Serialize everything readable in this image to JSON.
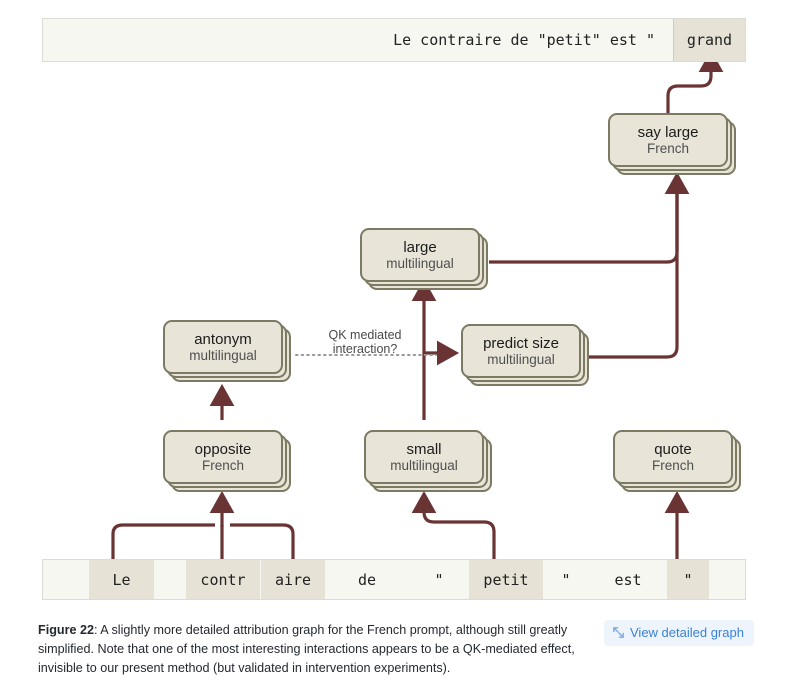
{
  "figure": {
    "number": "Figure 22",
    "caption_prefix": "Figure 22",
    "caption_text": ": A slightly more detailed attribution graph for the French prompt, although still greatly simplified. Note that one of the most interesting interactions appears to be a QK-mediated effect, invisible to our present method (but validated in intervention experiments).",
    "view_button_label": "View detailed graph",
    "view_button_icon": "expand-diagonal-arrows-icon"
  },
  "colors": {
    "node_fill": "#e8e4d8",
    "node_border": "#7d7a63",
    "edge": "#6b3434",
    "token_strip_bg": "#f7f7f2",
    "token_highlight": "#e6e2d6",
    "link_blue": "#3b82d6"
  },
  "prompt_row": {
    "tokens": [
      {
        "text": "Le contraire de \"petit\" est \"",
        "highlighted": false
      },
      {
        "text": "grand",
        "highlighted": true
      }
    ]
  },
  "input_row": {
    "tokens": [
      {
        "text": "Le",
        "highlighted": true
      },
      {
        "text": "contr",
        "highlighted": true
      },
      {
        "text": "aire",
        "highlighted": true
      },
      {
        "text": "de",
        "highlighted": false
      },
      {
        "text": "\"",
        "highlighted": false
      },
      {
        "text": "petit",
        "highlighted": true
      },
      {
        "text": "\"",
        "highlighted": false
      },
      {
        "text": "est",
        "highlighted": false
      },
      {
        "text": "\"",
        "highlighted": true
      }
    ]
  },
  "nodes": [
    {
      "id": "say-large",
      "title": "say large",
      "subtitle": "French"
    },
    {
      "id": "large",
      "title": "large",
      "subtitle": "multilingual"
    },
    {
      "id": "antonym",
      "title": "antonym",
      "subtitle": "multilingual"
    },
    {
      "id": "predict-size",
      "title": "predict size",
      "subtitle": "multilingual"
    },
    {
      "id": "opposite",
      "title": "opposite",
      "subtitle": "French"
    },
    {
      "id": "small",
      "title": "small",
      "subtitle": "multilingual"
    },
    {
      "id": "quote",
      "title": "quote",
      "subtitle": "French"
    }
  ],
  "annotations": {
    "qk_line1": "QK mediated",
    "qk_line2": "interaction?"
  }
}
